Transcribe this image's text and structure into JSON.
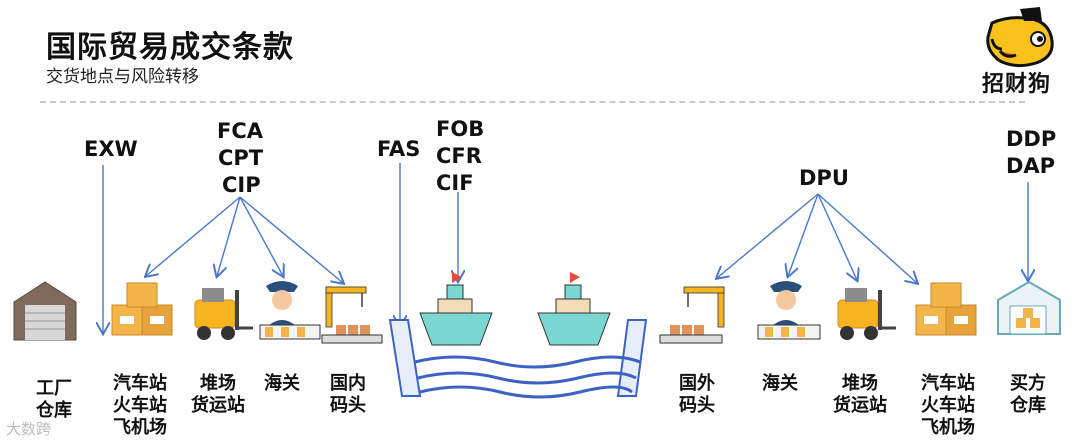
{
  "header": {
    "title": "国际贸易成交条款",
    "subtitle": "交货地点与风险转移",
    "brand_text": "招财狗"
  },
  "terms": {
    "exw": "EXW",
    "fca": "FCA",
    "cpt": "CPT",
    "cip": "CIP",
    "fas": "FAS",
    "fob": "FOB",
    "cfr": "CFR",
    "cif": "CIF",
    "dpu": "DPU",
    "ddp": "DDP",
    "dap": "DAP"
  },
  "locations": [
    {
      "l1": "工厂",
      "l2": "仓库",
      "l3": ""
    },
    {
      "l1": "汽车站",
      "l2": "火车站",
      "l3": "飞机场"
    },
    {
      "l1": "堆场",
      "l2": "货运站",
      "l3": ""
    },
    {
      "l1": "海关",
      "l2": "",
      "l3": ""
    },
    {
      "l1": "国内",
      "l2": "码头",
      "l3": ""
    },
    {
      "l1": "国外",
      "l2": "码头",
      "l3": ""
    },
    {
      "l1": "海关",
      "l2": "",
      "l3": ""
    },
    {
      "l1": "堆场",
      "l2": "货运站",
      "l3": ""
    },
    {
      "l1": "汽车站",
      "l2": "火车站",
      "l3": "飞机场"
    },
    {
      "l1": "买方",
      "l2": "仓库",
      "l3": ""
    }
  ],
  "watermark": "大数跨",
  "colors": {
    "arrow": "#4a78c9",
    "water": "#3b63c4",
    "ship_hull": "#7ad7d2",
    "box": "#f3b54a",
    "forklift": "#f6b51e"
  }
}
